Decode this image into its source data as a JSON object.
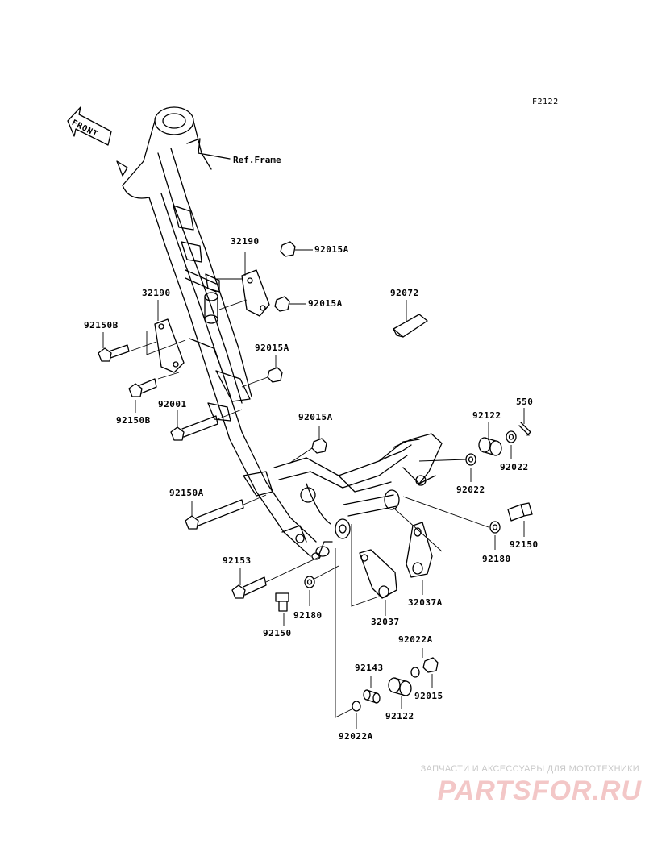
{
  "figure_code": "F2122",
  "front_marker": "FRONT",
  "ref_label": "Ref.Frame",
  "parts": [
    {
      "id": "p1",
      "label": "32190"
    },
    {
      "id": "p2",
      "label": "92015A"
    },
    {
      "id": "p3",
      "label": "32190"
    },
    {
      "id": "p4",
      "label": "92015A"
    },
    {
      "id": "p5",
      "label": "92072"
    },
    {
      "id": "p6",
      "label": "92150B"
    },
    {
      "id": "p7",
      "label": "92015A"
    },
    {
      "id": "p8",
      "label": "92150B"
    },
    {
      "id": "p9",
      "label": "92001"
    },
    {
      "id": "p10",
      "label": "92015A"
    },
    {
      "id": "p11",
      "label": "550"
    },
    {
      "id": "p12",
      "label": "92122"
    },
    {
      "id": "p13",
      "label": "92022"
    },
    {
      "id": "p14",
      "label": "92022"
    },
    {
      "id": "p15",
      "label": "92150A"
    },
    {
      "id": "p16",
      "label": "92150"
    },
    {
      "id": "p17",
      "label": "92180"
    },
    {
      "id": "p18",
      "label": "92153"
    },
    {
      "id": "p19",
      "label": "32037A"
    },
    {
      "id": "p20",
      "label": "92180"
    },
    {
      "id": "p21",
      "label": "92150"
    },
    {
      "id": "p22",
      "label": "32037"
    },
    {
      "id": "p23",
      "label": "92022A"
    },
    {
      "id": "p24",
      "label": "92143"
    },
    {
      "id": "p25",
      "label": "92015"
    },
    {
      "id": "p26",
      "label": "92122"
    },
    {
      "id": "p27",
      "label": "92022A"
    }
  ],
  "watermark": {
    "caption": "ЗАПЧАСТИ И АКСЕССУАРЫ ДЛЯ МОТОТЕХНИКИ",
    "logo": "PARTSFOR.RU"
  }
}
